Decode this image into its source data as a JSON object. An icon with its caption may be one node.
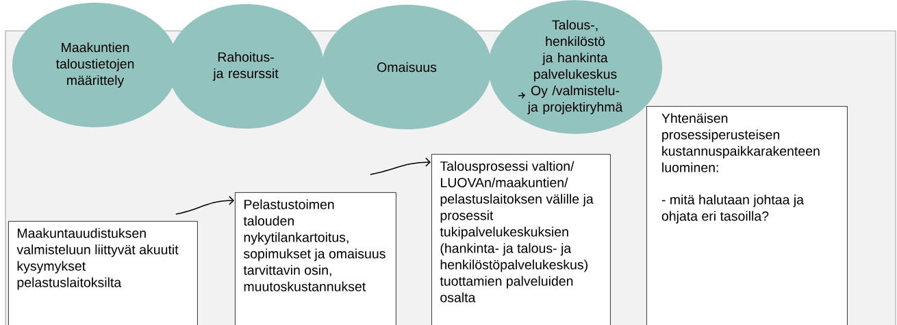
{
  "diagram": {
    "nodes": [
      {
        "text": [
          "Maakuntien taloustietojen määrittely"
        ]
      },
      {
        "text": [
          "Rahoitus- ja resurssit"
        ]
      },
      {
        "text": [
          "Omaisuus"
        ]
      },
      {
        "text": [
          "Talous-, henkilöstö ja hankinta palvelukeskus Oy /valmistelu- ja projektiryhmä"
        ]
      },
      {
        "text": [
          "Maakuntauudistuksen valmisteluun liittyvät akuutit kysymykset pelastuslaitoksilta"
        ]
      },
      {
        "text": [
          "Pelastustoimen talouden nykytilankartoitus, sopimukset ja omaisuus tarvittavin osin, muutoskustannukset"
        ]
      },
      {
        "text": [
          "Talousprosessi valtion/LUOVAn/maakuntien/pelastuslaitoksen välille ja prosessit tukipalvelukeskuksien (hankinta- ja talous- ja henkilöstöpalvelukeskus) tuottamien palveluiden osalta"
        ]
      },
      {
        "text": [
          "Yhtenäisen prosessiperusteisen kustannuspaikkarakenteen luominen:",
          "- mitä halutaan johtaa ja ohjata eri tasoilla?"
        ]
      }
    ],
    "edges": [
      {
        "from": 4,
        "to": 5,
        "arrow": "to"
      },
      {
        "from": 5,
        "to": 6,
        "arrow": "to"
      }
    ]
  }
}
